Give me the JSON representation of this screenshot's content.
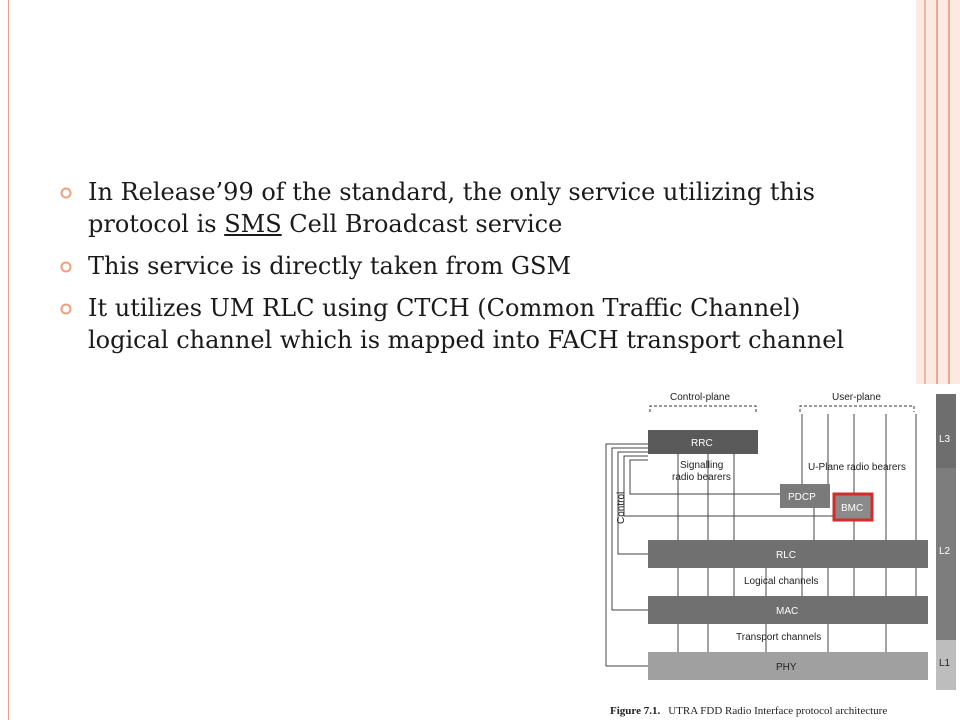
{
  "bullets": [
    {
      "pre": "In Release’99 of the standard, the only service utilizing this protocol is ",
      "link": "SMS",
      "post": " Cell Broadcast service"
    },
    {
      "text": "This service is directly taken from GSM"
    },
    {
      "text": "It utilizes UM RLC using CTCH (Common Traffic Channel) logical channel which is mapped into FACH transport channel"
    }
  ],
  "figure": {
    "labels": {
      "control_plane": "Control-plane",
      "user_plane": "User-plane",
      "rrc": "RRC",
      "signalling_1": "Signalling",
      "signalling_2": "radio bearers",
      "uplane_bearers": "U-Plane radio bearers",
      "pdcp": "PDCP",
      "bmc": "BMC",
      "control": "Control",
      "rlc": "RLC",
      "logical_channels": "Logical channels",
      "mac": "MAC",
      "transport_channels": "Transport channels",
      "phy": "PHY",
      "l3": "L3",
      "l2": "L2",
      "l1": "L1"
    },
    "caption_bold": "Figure 7.1.",
    "caption": "UTRA FDD Radio Interface protocol architecture",
    "colors": {
      "rrc": "#5a5a5a",
      "pdcp": "#7a7a7a",
      "bmc": "#8a8a8a",
      "bmc_highlight": "#d42b2b",
      "rlc": "#707070",
      "mac": "#707070",
      "phy": "#a0a0a0",
      "layer_bar": "#7d7d7d"
    }
  }
}
